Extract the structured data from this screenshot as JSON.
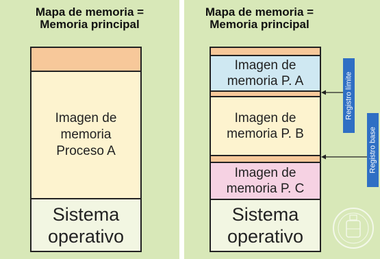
{
  "left_panel": {
    "title_line1": "Mapa de memoria =",
    "title_line2": "Memoria principal",
    "blocks": [
      {
        "label": "",
        "color": "#f7c89a"
      },
      {
        "label": "Imagen de\nmemoria\nProceso A",
        "color": "#fdf3cf"
      },
      {
        "label": "Sistema\noperativo",
        "color": "#f2f6e2"
      }
    ]
  },
  "right_panel": {
    "title_line1": "Mapa de memoria =",
    "title_line2": "Memoria principal",
    "blocks": [
      {
        "label": "",
        "color": "#f7c89a"
      },
      {
        "label": "Imagen de\nmemoria P. A",
        "color": "#cfe8f2"
      },
      {
        "label": "",
        "color": "#f7c89a"
      },
      {
        "label": "Imagen de\nmemoria P. B",
        "color": "#fdf3cf"
      },
      {
        "label": "",
        "color": "#f7c89a"
      },
      {
        "label": "Imagen de\nmemoria P. C",
        "color": "#f6d2e3"
      },
      {
        "label": "Sistema\noperativo",
        "color": "#f2f6e2"
      }
    ],
    "registers": {
      "limit_label": "Registro límite",
      "base_label": "Registro base"
    }
  }
}
